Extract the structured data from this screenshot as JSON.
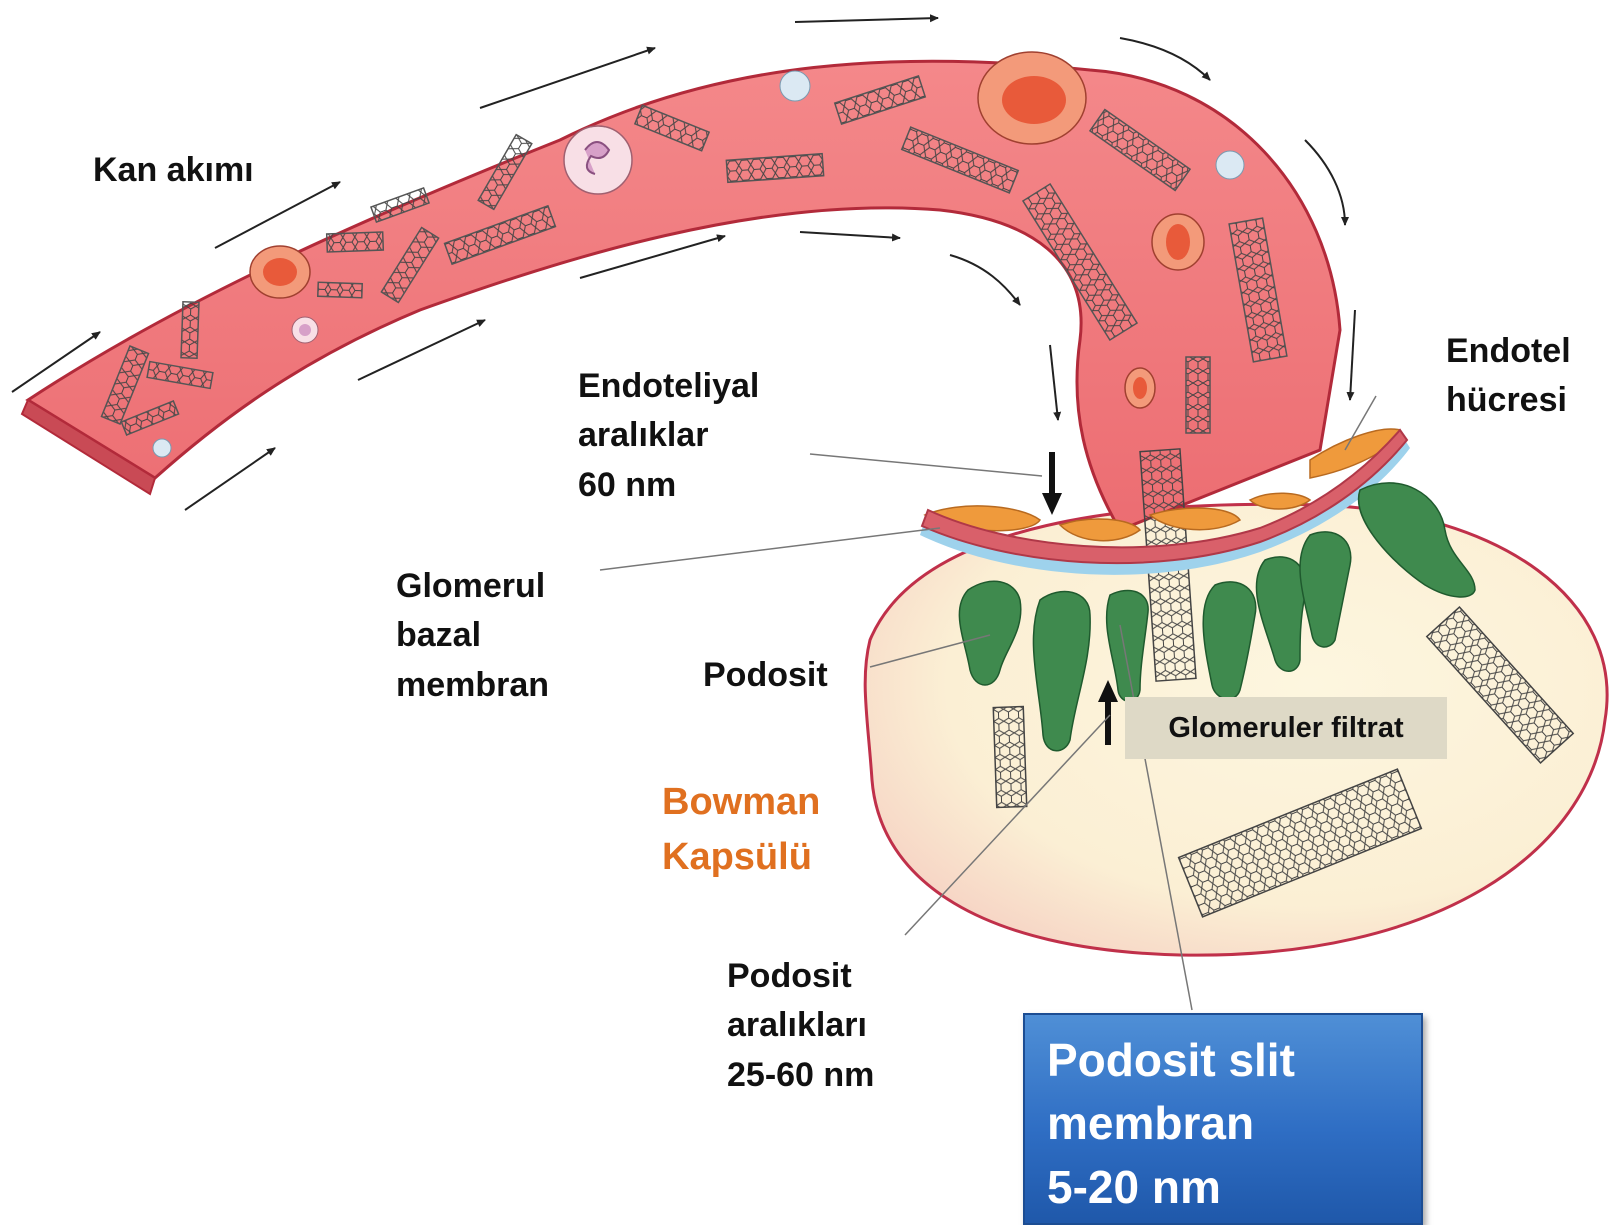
{
  "labels": {
    "blood_flow": "Kan akımı",
    "endothelial_gaps": "Endoteliyal\naralıklar\n60 nm",
    "endothelial_cell": "Endotel\nhücresi",
    "glomerular_basement": "Glomerul\nbazal\nmembran",
    "podocyte": "Podosit",
    "bowman_capsule": "Bowman\nKapsülü",
    "podocyte_gaps": "Podosit\naralıkları\n25-60 nm",
    "glomerular_filtrate": "Glomeruler filtrat",
    "slit_membrane": "Podosit  slit\nmembran\n5-20 nm"
  },
  "colors": {
    "vessel": "#f07a7a",
    "vessel_edge": "#b22a3a",
    "capsule": "#fbf2d8",
    "podocyte": "#3f8a4e",
    "endothelial": "#ef9a3c",
    "basement": "#d9606a",
    "bowman_text": "#e07020",
    "slit_box": "#2f6ec4"
  }
}
